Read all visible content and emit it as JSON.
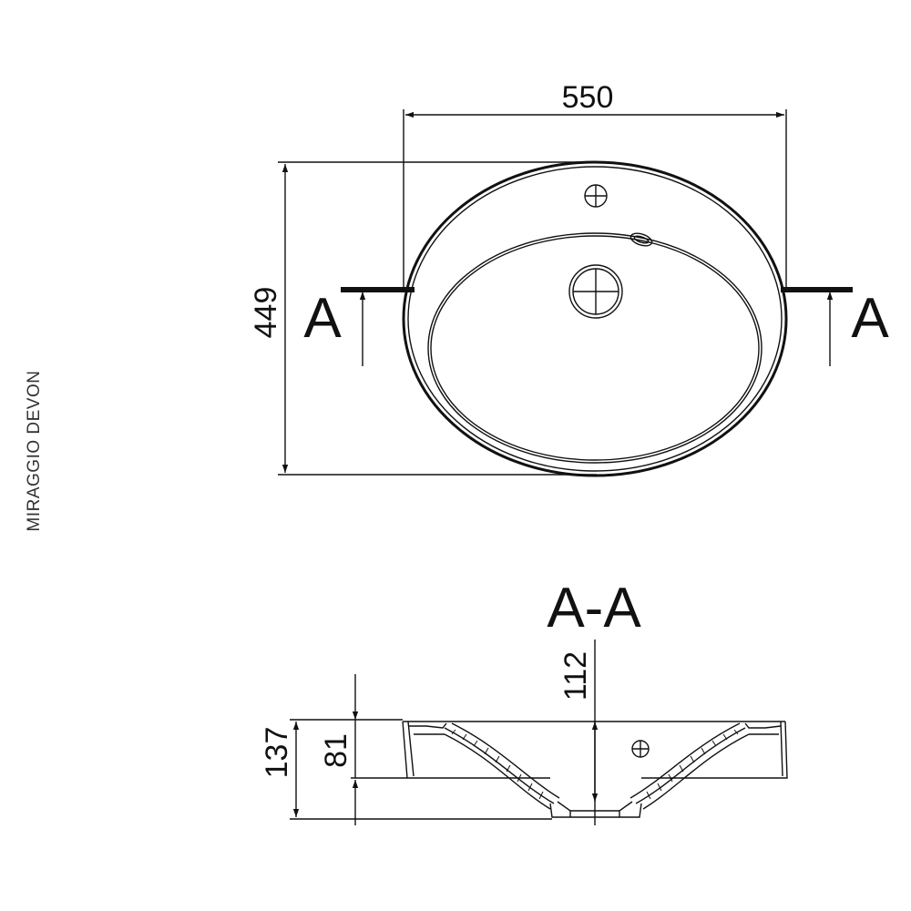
{
  "product_label": "MIRAGGIO DEVON",
  "top_view": {
    "width_dim": "550",
    "depth_dim": "449",
    "section_mark_left": "A",
    "section_mark_right": "A"
  },
  "section_view": {
    "title": "A-A",
    "total_height_dim": "137",
    "bowl_depth_dim": "81",
    "center_height_dim": "112"
  },
  "icons": [
    "faucet-hole-icon",
    "drain-hole-icon",
    "overflow-hole-icon"
  ]
}
